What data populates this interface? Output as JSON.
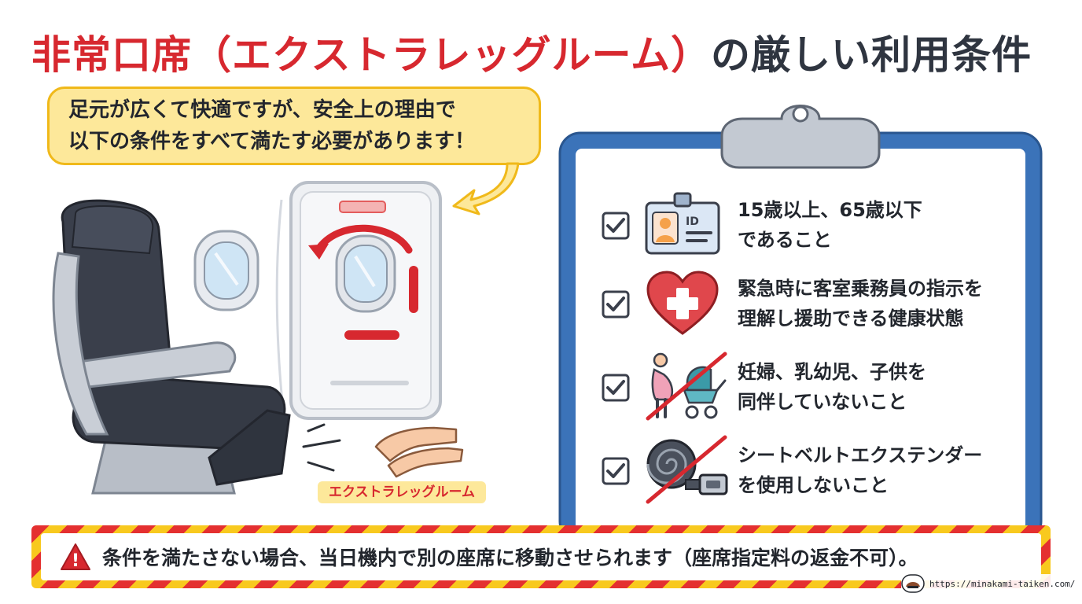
{
  "title": {
    "red_part": "非常口席（エクストラレッグルーム）",
    "dark_part": "の厳しい利用条件"
  },
  "speech_bubble": {
    "line1": "足元が広くて快適ですが、安全上の理由で",
    "line2": "以下の条件をすべて満たす必要があります！"
  },
  "illustration": {
    "legroom_label": "エクストラレッグルーム"
  },
  "checklist": {
    "items": [
      {
        "icon": "id-card-icon",
        "icon_text": "ID",
        "line1": "15歳以上、65歳以下",
        "line2": "であること"
      },
      {
        "icon": "heart-cross-icon",
        "line1": "緊急時に客室乗務員の指示を",
        "line2": "理解し援助できる健康状態"
      },
      {
        "icon": "pregnant-stroller-prohibited-icon",
        "line1": "妊婦、乳幼児、子供を",
        "line2": "同伴していないこと"
      },
      {
        "icon": "seatbelt-extender-prohibited-icon",
        "line1": "シートベルトエクステンダー",
        "line2": "を使用しないこと"
      }
    ]
  },
  "warning": {
    "icon": "warning-triangle-icon",
    "icon_glyph": "!",
    "text": "条件を満たさない場合、当日機内で別の座席に移動させられます（座席指定料の返金不可）。"
  },
  "footer": {
    "url": "https://minakami-taiken.com/"
  },
  "colors": {
    "accent_red": "#d7282f",
    "bubble_yellow": "#fde89a",
    "clipboard_blue": "#3b73b9",
    "text_dark": "#2f3540"
  }
}
